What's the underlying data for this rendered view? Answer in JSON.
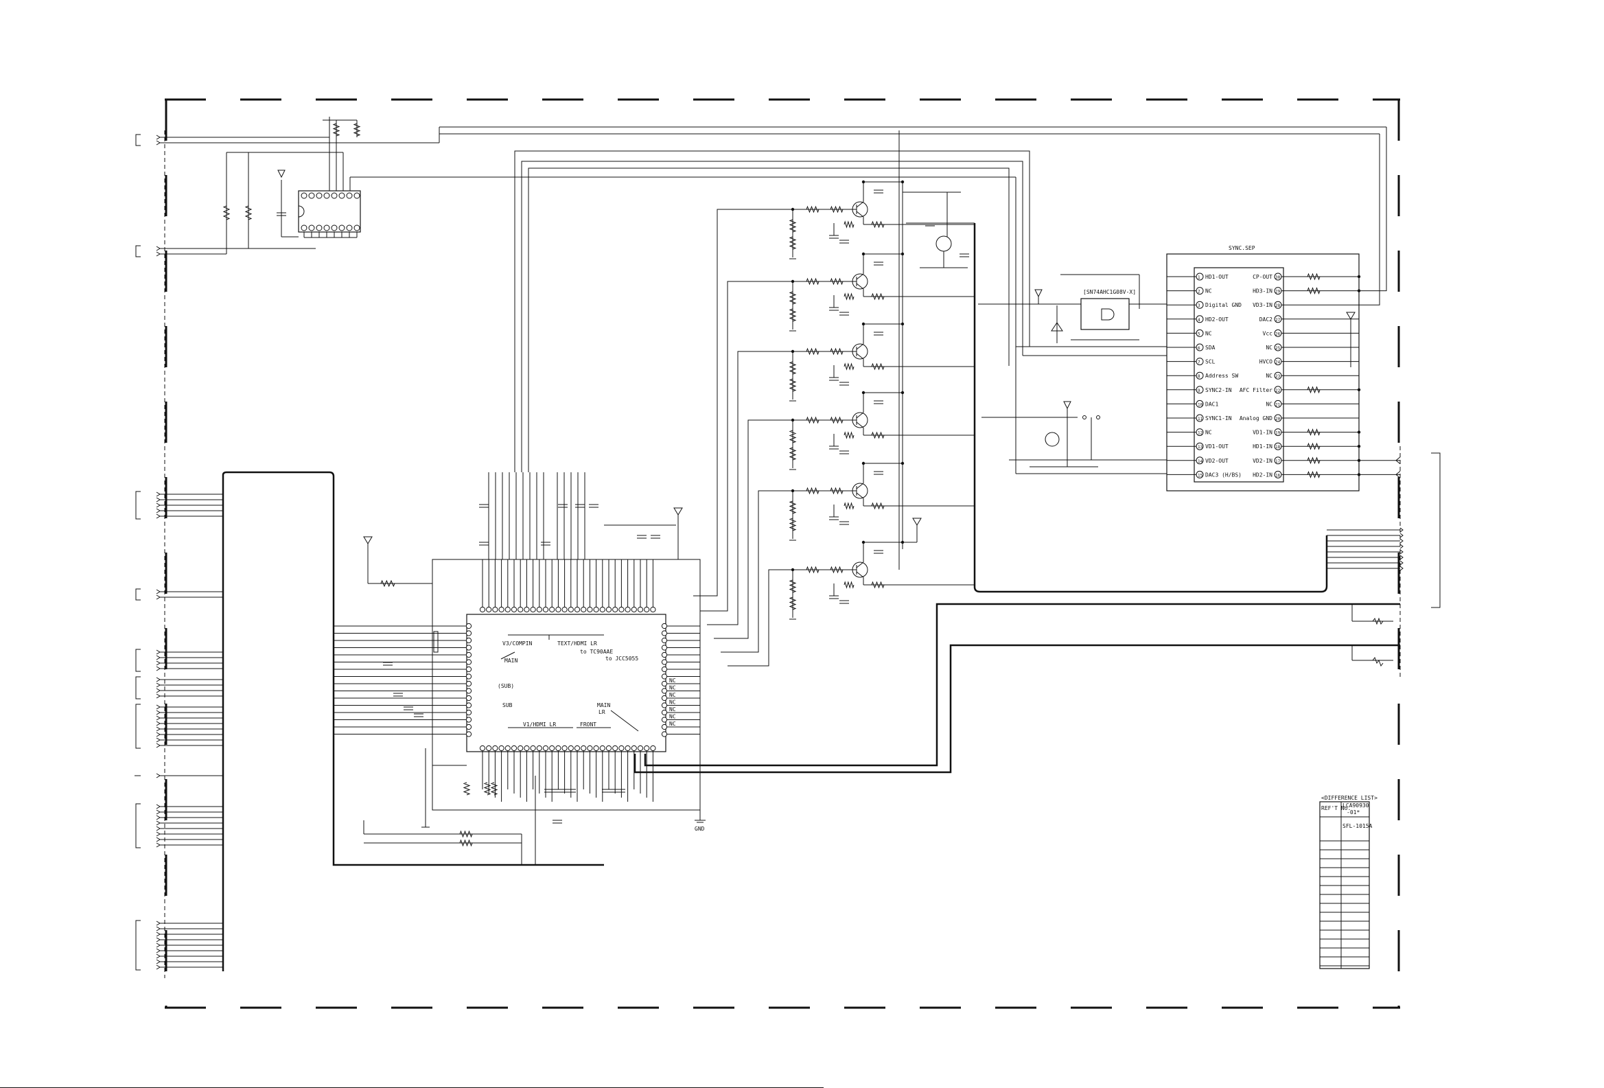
{
  "ic_sync": {
    "title": "SYNC.SEP",
    "left_pins": [
      {
        "num": "1",
        "label": "HD1-OUT"
      },
      {
        "num": "2",
        "label": "NC"
      },
      {
        "num": "3",
        "label": "Digital GND"
      },
      {
        "num": "4",
        "label": "HD2-OUT"
      },
      {
        "num": "5",
        "label": "NC"
      },
      {
        "num": "6",
        "label": "SDA"
      },
      {
        "num": "7",
        "label": "SCL"
      },
      {
        "num": "8",
        "label": "Address SW"
      },
      {
        "num": "9",
        "label": "SYNC2-IN"
      },
      {
        "num": "10",
        "label": "DAC1"
      },
      {
        "num": "11",
        "label": "SYNC1-IN"
      },
      {
        "num": "12",
        "label": "NC"
      },
      {
        "num": "13",
        "label": "VD1-OUT"
      },
      {
        "num": "14",
        "label": "VD2-OUT"
      },
      {
        "num": "15",
        "label": "DAC3 (H/BS)"
      }
    ],
    "right_pins": [
      {
        "num": "30",
        "label": "CP-OUT"
      },
      {
        "num": "29",
        "label": "HD3-IN"
      },
      {
        "num": "28",
        "label": "VD3-IN"
      },
      {
        "num": "27",
        "label": "DAC2"
      },
      {
        "num": "26",
        "label": "Vcc"
      },
      {
        "num": "25",
        "label": "NC"
      },
      {
        "num": "24",
        "label": "HVCO"
      },
      {
        "num": "23",
        "label": "NC"
      },
      {
        "num": "22",
        "label": "AFC Filter"
      },
      {
        "num": "21",
        "label": "NC"
      },
      {
        "num": "20",
        "label": "Analog GND"
      },
      {
        "num": "19",
        "label": "VD1-IN"
      },
      {
        "num": "18",
        "label": "HD1-IN"
      },
      {
        "num": "17",
        "label": "VD2-IN"
      },
      {
        "num": "16",
        "label": "HD2-IN"
      }
    ]
  },
  "logic_ic": {
    "label": "[SN74AHC1G08V-X]"
  },
  "main_ic": {
    "labels": {
      "v3": "V3/COMPIN",
      "text": "TEXT/HDMI LR",
      "to1": "to TC90AAE",
      "to2": "to JCC5055",
      "main1": "MAIN",
      "sub_paren": "(SUB)",
      "sub": "SUB",
      "main2": "MAIN",
      "lr": "LR",
      "v1": "V1/HDMI LR",
      "front": "FRONT"
    },
    "nc_labels": [
      "NC",
      "NC",
      "NC",
      "NC",
      "NC",
      "NC",
      "NC"
    ]
  },
  "gnd_label": "GND",
  "diff_table": {
    "title": "<DIFFERENCE LIST>",
    "col1_header": "REF'T No.",
    "col2_header_1": "LCA90930",
    "col2_header_2": "-01*",
    "row_value": "SFL-1015A"
  }
}
